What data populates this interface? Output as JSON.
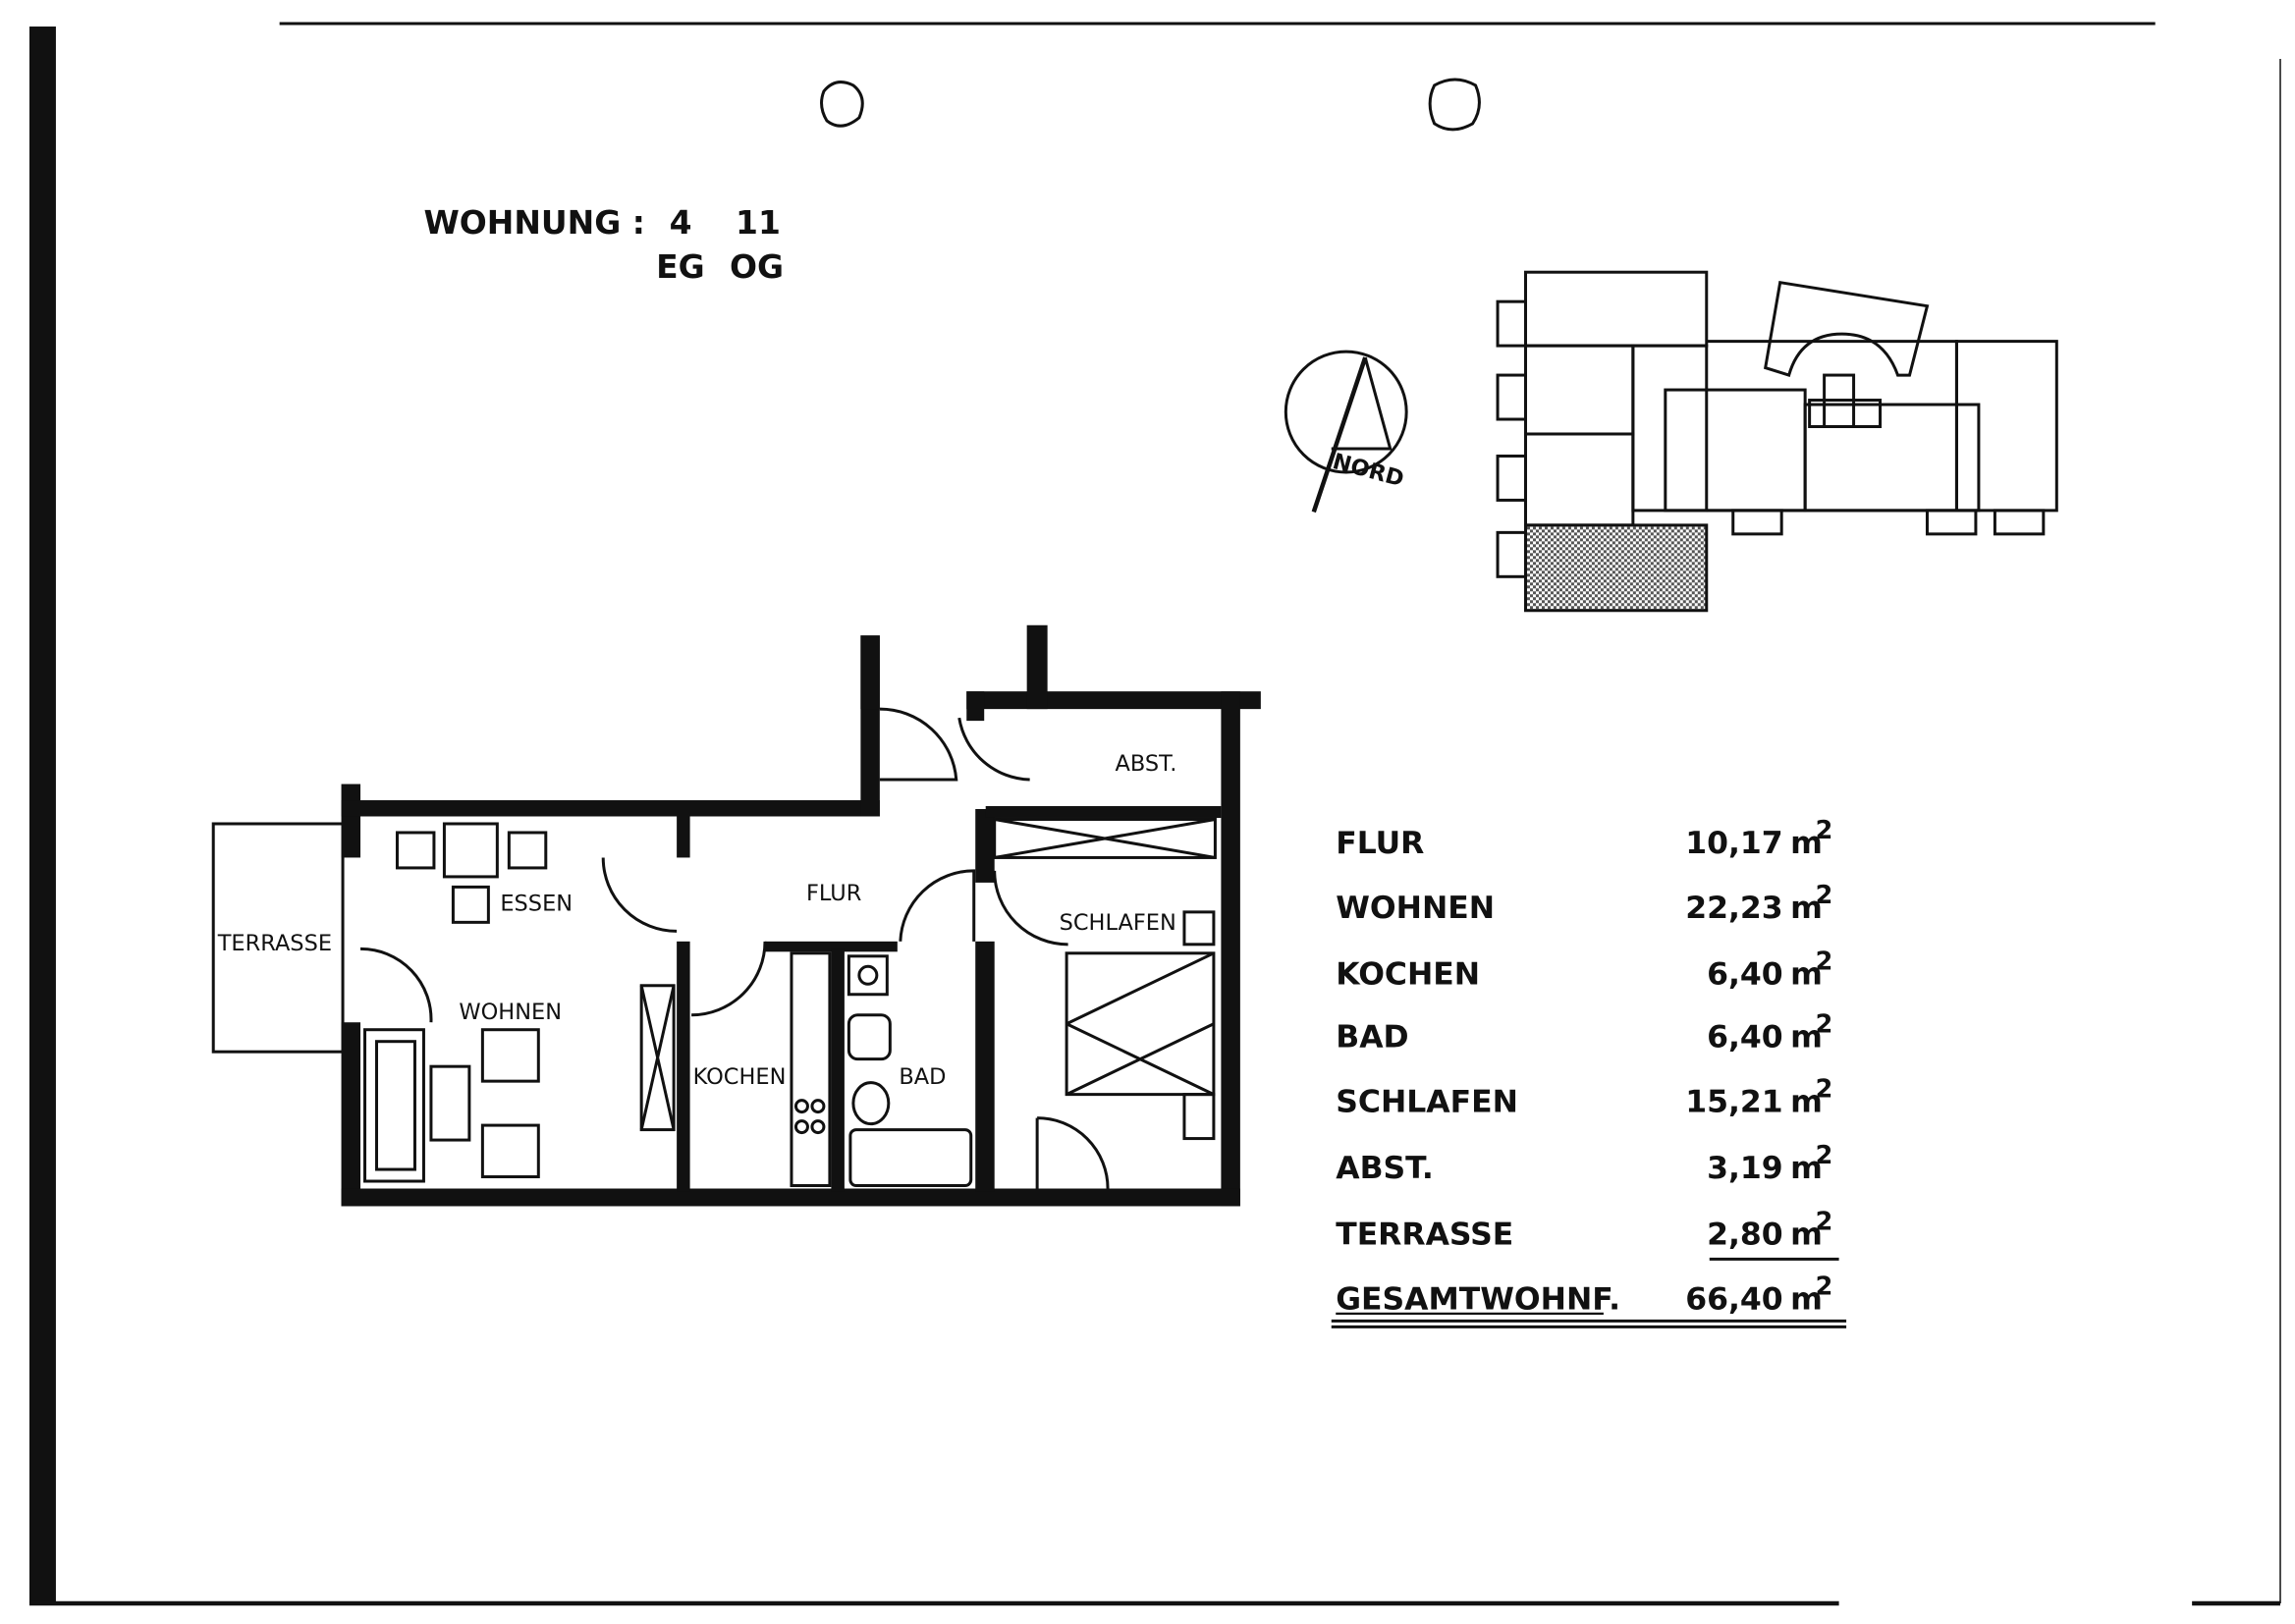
{
  "header": {
    "label": "WOHNUNG :",
    "unit_numbers": [
      "4",
      "11"
    ],
    "floors": [
      "EG",
      "OG"
    ]
  },
  "north_arrow": {
    "label": "NORD"
  },
  "plan": {
    "rooms": {
      "terrasse": "TERRASSE",
      "essen": "ESSEN",
      "wohnen": "WOHNEN",
      "flur": "FLUR",
      "kochen": "KOCHEN",
      "bad": "BAD",
      "schlafen": "SCHLAFEN",
      "abst": "ABST."
    }
  },
  "areas": {
    "unit": "m",
    "exponent": "2",
    "rows": [
      {
        "room": "FLUR",
        "area": "10,17"
      },
      {
        "room": "WOHNEN",
        "area": "22,23"
      },
      {
        "room": "KOCHEN",
        "area": "6,40"
      },
      {
        "room": "BAD",
        "area": "6,40"
      },
      {
        "room": "SCHLAFEN",
        "area": "15,21"
      },
      {
        "room": "ABST.",
        "area": "3,19"
      },
      {
        "room": "TERRASSE",
        "area": "2,80"
      }
    ],
    "total": {
      "room": "GESAMTWOHNF.",
      "area": "66,40"
    }
  },
  "colors": {
    "ink": "#111111",
    "paper": "#ffffff",
    "hatch": "#888888"
  }
}
